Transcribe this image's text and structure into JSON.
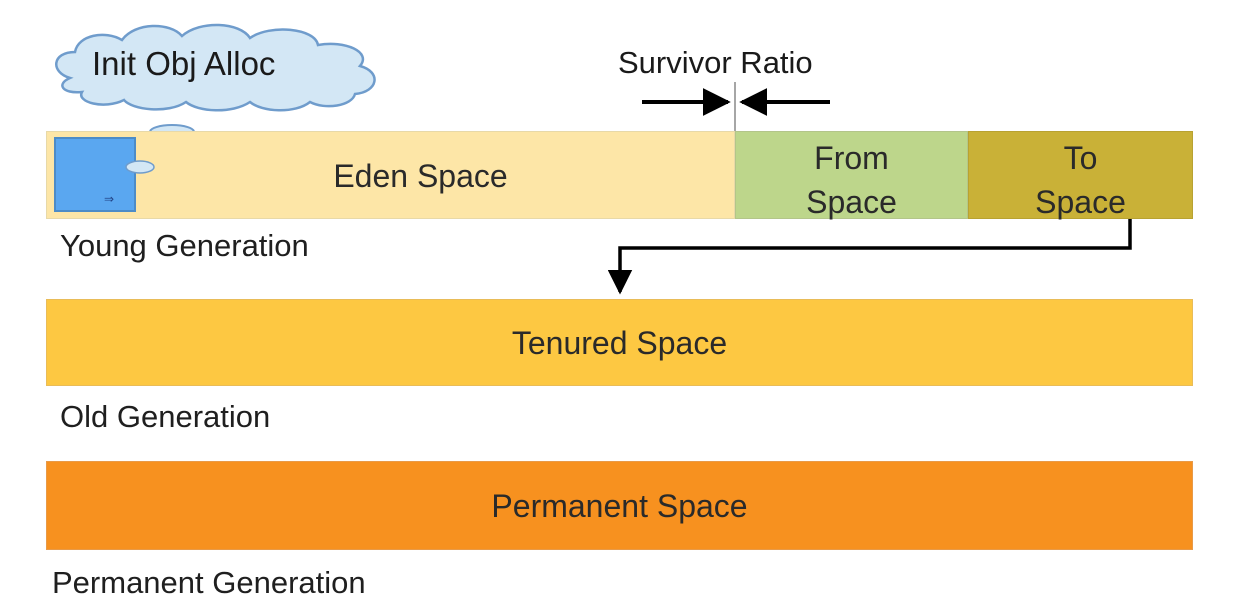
{
  "callouts": {
    "init_obj_alloc": "Init Obj Alloc",
    "survivor_ratio": "Survivor Ratio"
  },
  "young": {
    "eden_label": "Eden Space",
    "from_label_line1": "From",
    "from_label_line2": "Space",
    "to_label_line1": "To",
    "to_label_line2": "Space",
    "generation_label": "Young Generation"
  },
  "old": {
    "tenured_label": "Tenured Space",
    "generation_label": "Old Generation"
  },
  "permanent": {
    "space_label": "Permanent Space",
    "generation_label": "Permanent Generation"
  },
  "colors": {
    "eden": "#fde6a7",
    "from_space": "#bdd68b",
    "to_space": "#c9b137",
    "tenured": "#fdc842",
    "permanent": "#f7911f",
    "cloud": "#d3e7f5",
    "new_object": "#5aa7f0"
  }
}
